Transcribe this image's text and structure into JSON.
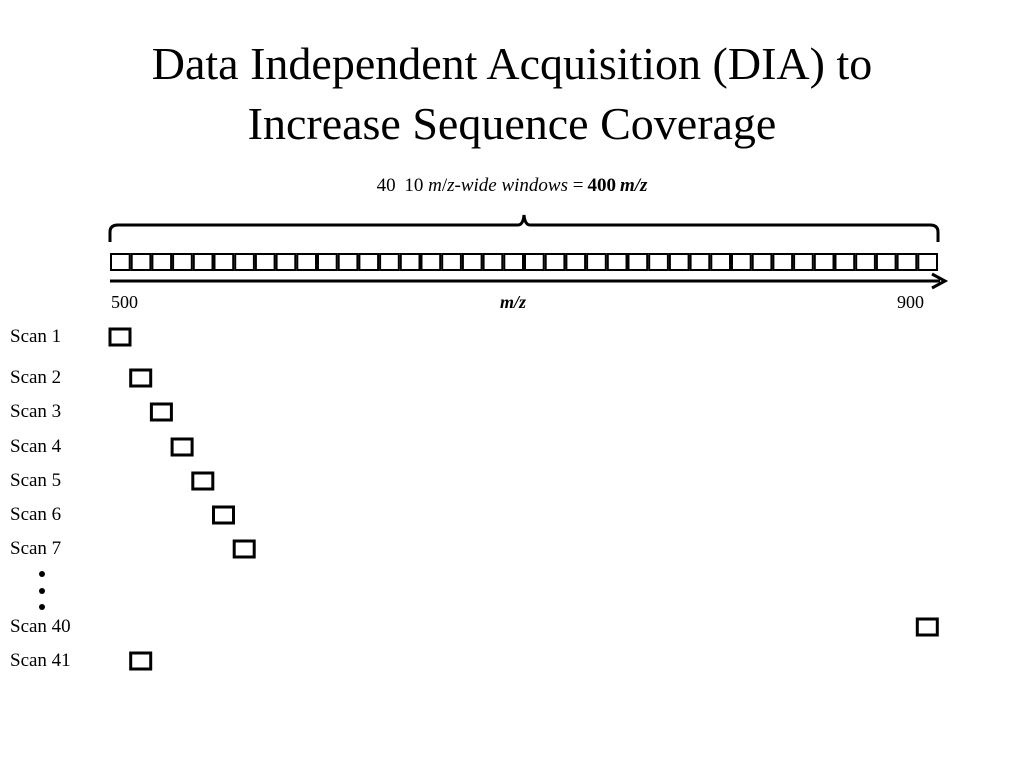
{
  "title": {
    "line1": "Data Independent Acquisition (DIA) to",
    "line2": "Increase Sequence Coverage"
  },
  "windows_caption": {
    "count": "40",
    "width": "10",
    "m": "m",
    "slash": "/",
    "z_suffix": "z-wide windows",
    "eq": "=",
    "total": "400",
    "total_unit": "m/z"
  },
  "axis": {
    "min": 500,
    "max": 900,
    "min_label": "500",
    "max_label": "900",
    "label": "m/z",
    "window_count": 40
  },
  "scans": [
    {
      "label": "Scan 1",
      "window_index": 0
    },
    {
      "label": "Scan 2",
      "window_index": 1
    },
    {
      "label": "Scan 3",
      "window_index": 2
    },
    {
      "label": "Scan 4",
      "window_index": 3
    },
    {
      "label": "Scan 5",
      "window_index": 4
    },
    {
      "label": "Scan 6",
      "window_index": 5
    },
    {
      "label": "Scan 7",
      "window_index": 6
    },
    {
      "label": "Scan 40",
      "window_index": 39
    },
    {
      "label": "Scan 41",
      "window_index": 1
    }
  ],
  "colors": {
    "stroke": "#000000",
    "background": "#ffffff"
  }
}
